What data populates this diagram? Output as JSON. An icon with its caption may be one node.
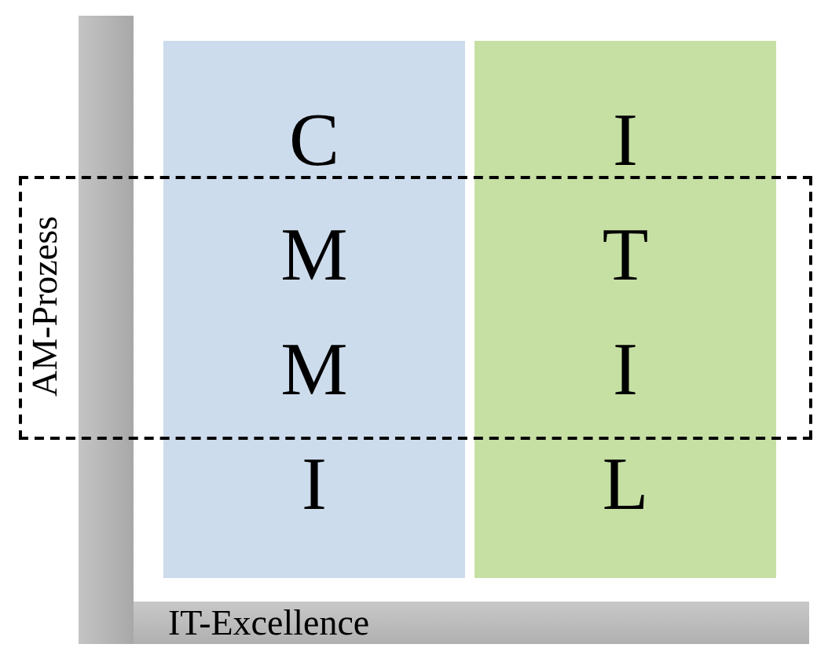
{
  "diagram": {
    "nodes": [
      {
        "text": [],
        "shape": "bar"
      },
      {
        "text": [
          "C M M I"
        ]
      },
      {
        "text": [
          "I T I L"
        ]
      },
      {
        "text": [
          "AM-Prozess"
        ]
      },
      {
        "text": [
          "IT-Excellence"
        ]
      }
    ]
  }
}
